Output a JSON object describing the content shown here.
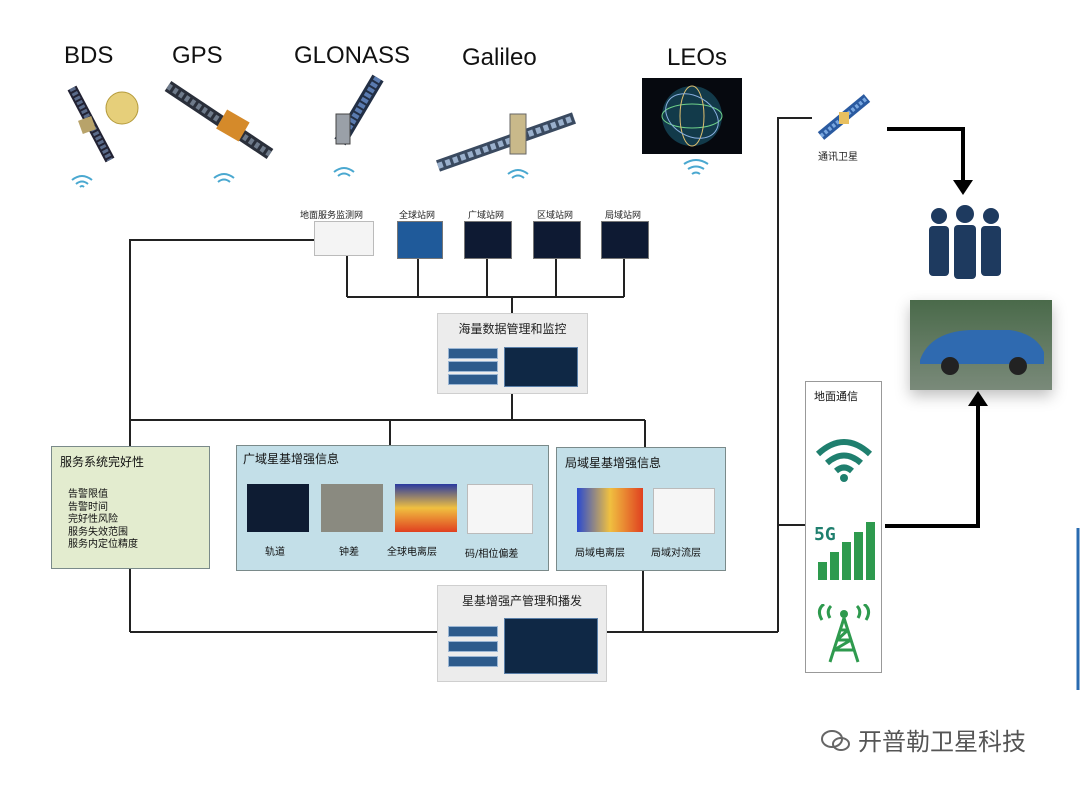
{
  "satellites": {
    "bds": "BDS",
    "gps": "GPS",
    "glonass": "GLONASS",
    "galileo": "Galileo",
    "leos": "LEOs"
  },
  "comm_satellite": "通讯卫星",
  "stations": {
    "ground_monitor": "地面服务监测网",
    "global": "全球站网",
    "wide_area": "广域站网",
    "regional": "区域站网",
    "local": "局域站网"
  },
  "data_mgmt": "海量数据管理和监控",
  "integrity": {
    "title": "服务系统完好性",
    "items": [
      "告警限值",
      "告警时间",
      "完好性风险",
      "服务失效范围",
      "服务内定位精度"
    ]
  },
  "wide_area_info": {
    "title": "广域星基增强信息",
    "captions": [
      "轨道",
      "钟差",
      "全球电离层",
      "码/相位偏差"
    ]
  },
  "local_area_info": {
    "title": "局域星基增强信息",
    "captions": [
      "局域电离层",
      "局域对流层"
    ]
  },
  "product_mgmt": "星基增强产管理和播发",
  "ground_comm": {
    "title": "地面通信",
    "fiveg": "5G"
  },
  "watermark": "开普勒卫星科技",
  "colors": {
    "box_fill_green": "#e3eccf",
    "box_fill_blue": "#c3dfe8",
    "line": "#222222",
    "teal": "#1f7f6e",
    "green": "#2e9a4e",
    "people": "#1e3a5f"
  }
}
